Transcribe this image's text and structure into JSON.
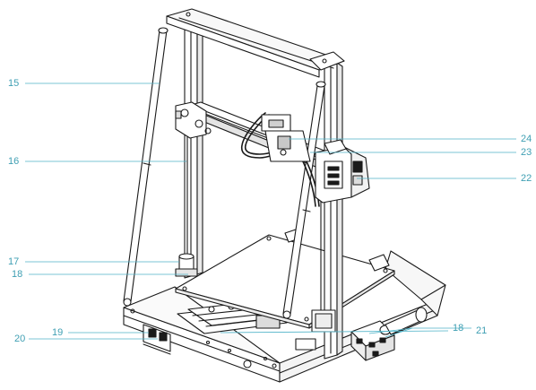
{
  "diagram": {
    "colors": {
      "leader": "#4fb3c8",
      "label": "#3f9fb3",
      "outline": "#1a1a1a"
    },
    "callouts": [
      {
        "id": "c15",
        "text": "15"
      },
      {
        "id": "c16",
        "text": "16"
      },
      {
        "id": "c17",
        "text": "17"
      },
      {
        "id": "c18a",
        "text": "18"
      },
      {
        "id": "c19",
        "text": "19"
      },
      {
        "id": "c20",
        "text": "20"
      },
      {
        "id": "c18b",
        "text": "18"
      },
      {
        "id": "c21",
        "text": "21"
      },
      {
        "id": "c22",
        "text": "22"
      },
      {
        "id": "c23",
        "text": "23"
      },
      {
        "id": "c24",
        "text": "24"
      }
    ]
  }
}
